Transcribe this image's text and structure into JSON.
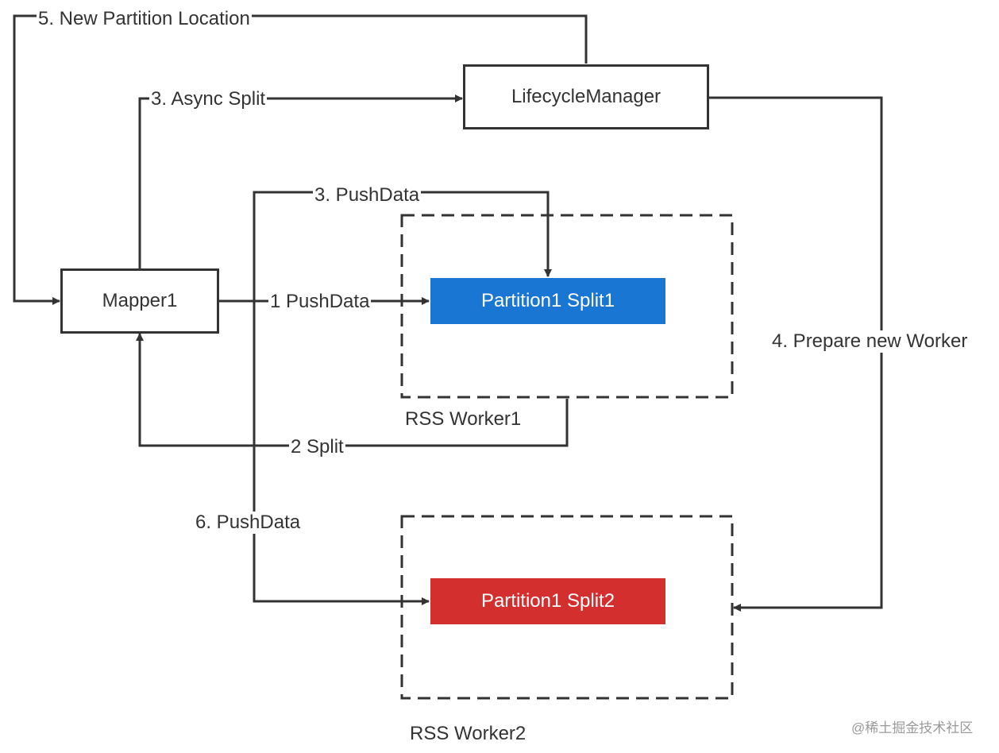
{
  "nodes": {
    "lifecycle_manager": "LifecycleManager",
    "mapper": "Mapper1",
    "partition_split1": "Partition1 Split1",
    "partition_split2": "Partition1 Split2"
  },
  "workers": {
    "worker1": "RSS Worker1",
    "worker2": "RSS Worker2"
  },
  "edges": {
    "new_partition_location": "5. New Partition Location",
    "async_split": "3. Async Split",
    "pushdata_3": "3. PushData",
    "pushdata_1": "1 PushData",
    "prepare_new_worker": "4. Prepare new Worker",
    "split_2": "2 Split",
    "pushdata_6": "6. PushData"
  },
  "colors": {
    "line": "#333333",
    "split1_fill": "#1976D2",
    "split2_fill": "#D32F2F"
  },
  "watermark": "@稀土掘金技术社区"
}
